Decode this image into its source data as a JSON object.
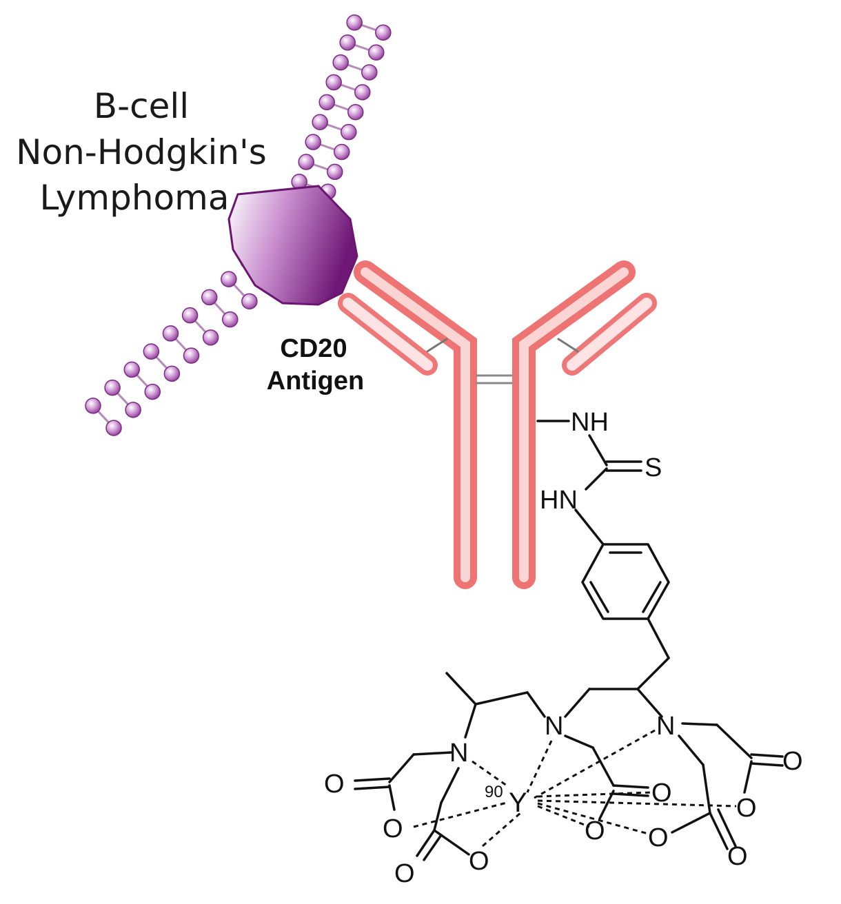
{
  "title": {
    "line1": "B-cell",
    "line2": "Non-Hodgkin's",
    "line3": "Lymphoma"
  },
  "antigen": {
    "line1": "CD20",
    "line2": "Antigen"
  },
  "linker": {
    "nh_top": "NH",
    "s": "S",
    "hn": "HN"
  },
  "chelate": {
    "n_labels": [
      "N",
      "N",
      "N"
    ],
    "isotope_mass": "90",
    "metal": "Y",
    "o_labels": [
      "O",
      "O",
      "O",
      "O",
      "O",
      "O",
      "O",
      "O",
      "O",
      "O"
    ]
  },
  "colors": {
    "membrane": "#8e3a96",
    "antigen": "#7a1f80",
    "antibody": "#f08080",
    "bond": "#111111"
  }
}
